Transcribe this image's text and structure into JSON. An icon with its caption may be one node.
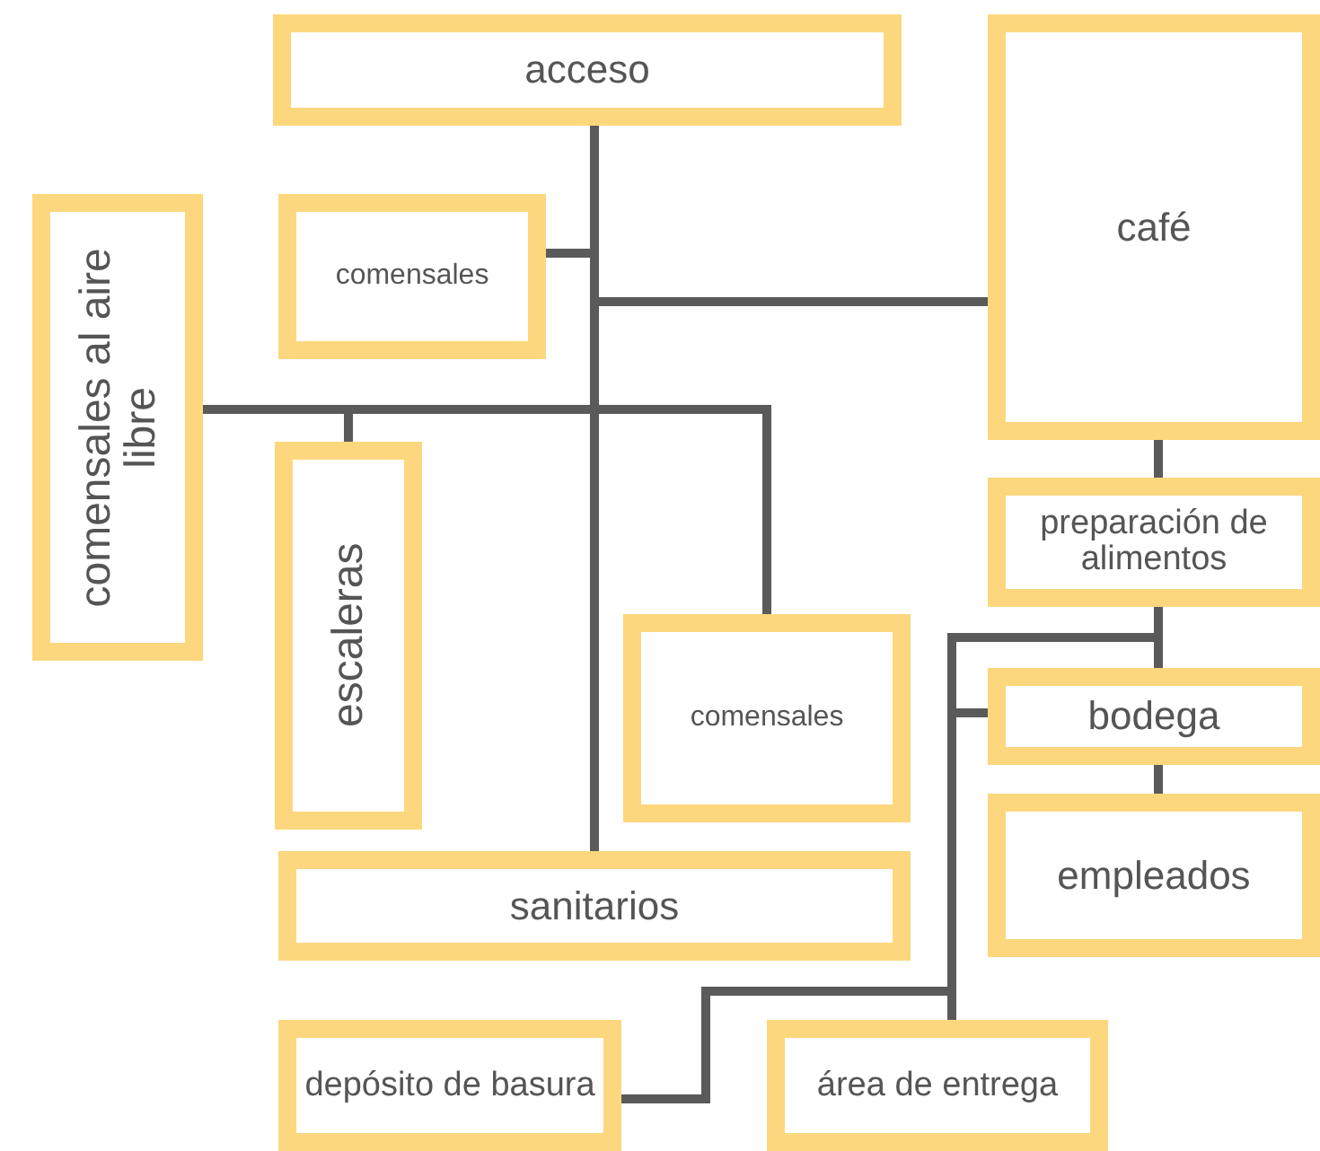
{
  "diagram": {
    "nodes": [
      {
        "text": [
          "acceso"
        ]
      },
      {
        "text": [
          "comensales"
        ]
      },
      {
        "text": [
          "comensales al aire libre"
        ]
      },
      {
        "text": [
          "café"
        ]
      },
      {
        "text": [
          "escaleras"
        ]
      },
      {
        "text": [
          "comensales"
        ]
      },
      {
        "text": [
          "preparación de alimentos"
        ]
      },
      {
        "text": [
          "bodega"
        ]
      },
      {
        "text": [
          "sanitarios"
        ]
      },
      {
        "text": [
          "empleados"
        ]
      },
      {
        "text": [
          "depósito de basura"
        ]
      },
      {
        "text": [
          "área de entrega"
        ]
      }
    ],
    "edges": [
      {
        "from": 0,
        "to": 1,
        "arrow": "none"
      },
      {
        "from": 0,
        "to": 3,
        "arrow": "none"
      },
      {
        "from": 0,
        "to": 8,
        "arrow": "none"
      },
      {
        "from": 2,
        "to": 4,
        "arrow": "none"
      },
      {
        "from": 2,
        "to": 5,
        "arrow": "none"
      },
      {
        "from": 3,
        "to": 6,
        "arrow": "none"
      },
      {
        "from": 6,
        "to": 7,
        "arrow": "none"
      },
      {
        "from": 7,
        "to": 9,
        "arrow": "none"
      },
      {
        "from": 6,
        "to": 11,
        "arrow": "none"
      },
      {
        "from": 10,
        "to": 11,
        "arrow": "none"
      },
      {
        "from": 7,
        "to": 11,
        "arrow": "none"
      }
    ]
  }
}
